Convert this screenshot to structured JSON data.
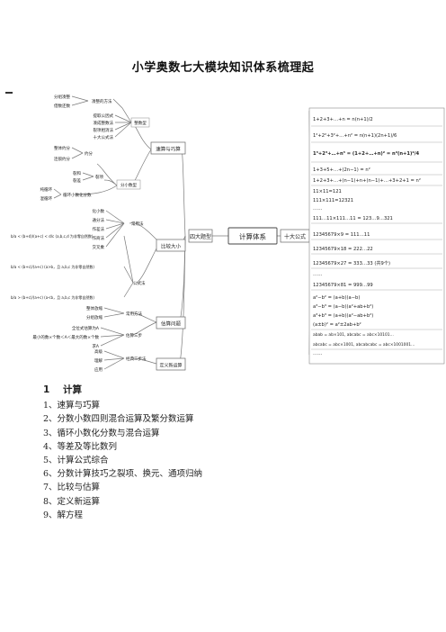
{
  "document": {
    "title": "小学奥数七大模块知识体系梳理起"
  },
  "mindmap": {
    "center": "计算体系",
    "left_hub": "四大题型",
    "right_hub": "十大公式",
    "branches": {
      "speed": {
        "label": "速算与巧算",
        "sub1_label": "整数型",
        "sub1_items": [
          "提取公因式",
          "凑成整数法",
          "裂项相消法",
          "十大公式法"
        ],
        "group_items": [
          "分组凑整",
          "借数还数"
        ],
        "group_label": "凑整的方法",
        "sub2_label": "分小数型",
        "sub2_groups": [
          {
            "label": "约分",
            "items": [
              "整体约分",
              "连锁约分"
            ]
          },
          {
            "label": "裂项",
            "items": [
              "裂和",
              "裂差"
            ]
          },
          {
            "label": "循环小数化分数",
            "items": [
              "纯循环",
              "混循环"
            ]
          }
        ]
      },
      "compare": {
        "label": "比较大小",
        "method1_label": "常用法",
        "method1_items": [
          "化小数",
          "通分法",
          "作差法",
          "作商法",
          "交叉乘"
        ],
        "method2_label": "公式法",
        "formulas": [
          "b/a < (b+d)/(a+c) < d/c  (a,b,c,d 为非零自然数)",
          "b/a < (b+c)/(a+c)  (a>b，且 a,b,c 为非零自然数)",
          "b/a > (b+c)/(a+c)  (a<b，且 a,b,c 为非零自然数)"
        ]
      },
      "estimate": {
        "label": "估算问题",
        "sub1_label": "常用方法",
        "sub1_items": [
          "整体放缩",
          "分组放缩"
        ],
        "sub2_label": "估算三步",
        "sub2_items": [
          "全位式估算为A",
          "最小的数×个数＜A＜最大的数×个数",
          "求A"
        ]
      },
      "newop": {
        "label": "定义新运算",
        "sub_label": "经典三步法",
        "sub_items": [
          "高级",
          "理解",
          "应用"
        ]
      }
    },
    "formulas": [
      "1+2+3+…+n = n(n+1)/2",
      "1²+2²+3²+…+n² = n(n+1)(2n+1)/6",
      "1³+2³+…+n³ = (1+2+…+n)² = n²(n+1)²/4",
      "1+3+5+…+(2n−1) = n²",
      "1+2+3+…+(n−1)+n+(n−1)+…+3+2+1 = n²",
      "11×11=121",
      "111×111=12321",
      "……",
      "111…11×111…11 = 123…9…321",
      "12345679×9 = 111…11",
      "12345679×18 = 222…22",
      "12345679×27 = 333…33 (共9个)",
      "……",
      "12345679×81 = 999…99",
      "a²−b² = (a+b)(a−b)",
      "a³−b³ = (a−b)(a²+ab+b²)",
      "a³+b³ = (a+b)(a²−ab+b²)",
      "(a±b)² = a²±2ab+b²",
      "abab = ab×101, abcabc = abc×10101…",
      "abcabc = abc×1001, abcabcabc = abc×1001001…",
      "……"
    ]
  },
  "list": {
    "heading_num": "1",
    "heading": "计算",
    "items": [
      "1、速算与巧算",
      "2、分数小数四则混合运算及繁分数运算",
      "3、循环小数化分数与混合运算",
      "4、等差及等比数列",
      "5、计算公式综合",
      "6、分数计算技巧之裂项、换元、通项归纳",
      "7、比较与估算",
      "8、定义新运算",
      "9、解方程"
    ]
  }
}
